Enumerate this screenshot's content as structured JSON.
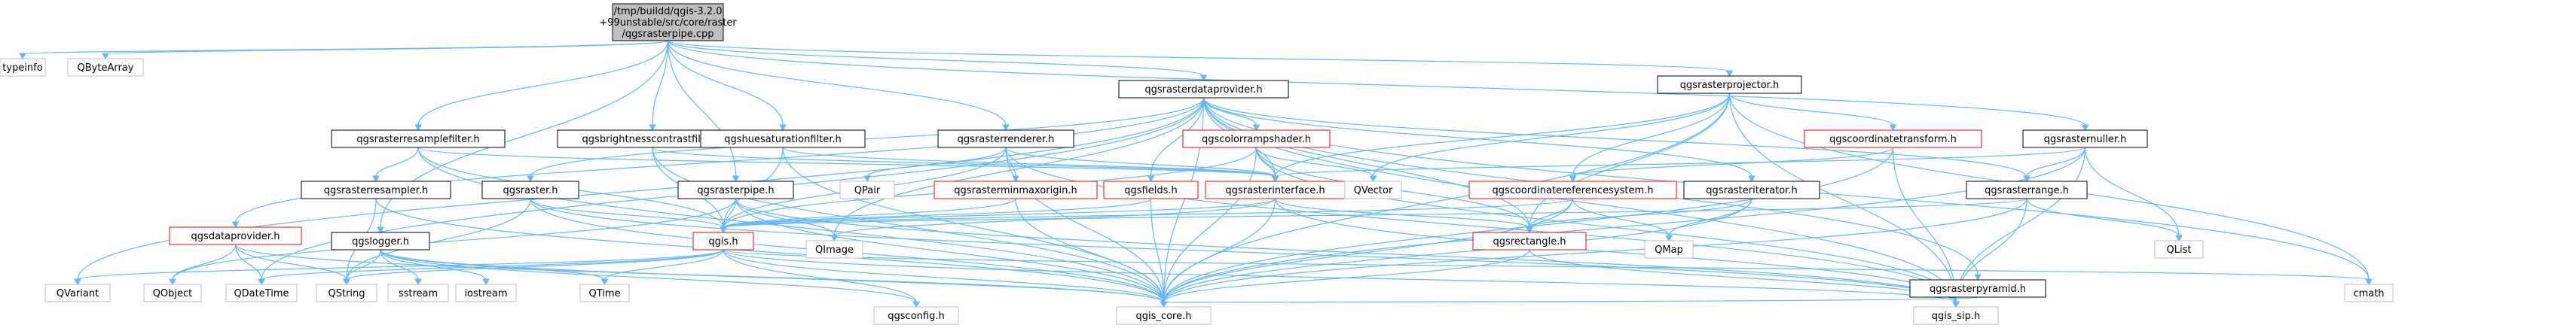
{
  "diagram": {
    "root": "qgsrasterpipe.cpp",
    "nodes": [
      {
        "id": "root",
        "lines": [
          "/tmp/buildd/qgis-3.2.0",
          "+99unstable/src/core/raster",
          "/qgsrasterpipe.cpp"
        ],
        "style": "root"
      },
      {
        "id": "typeinfo",
        "lines": [
          "typeinfo"
        ],
        "style": "external"
      },
      {
        "id": "QByteArray",
        "lines": [
          "QByteArray"
        ],
        "style": "external"
      },
      {
        "id": "qgsrasterdataprovider_h",
        "lines": [
          "qgsrasterdataprovider.h"
        ],
        "style": "local"
      },
      {
        "id": "qgsrasterprojector_h",
        "lines": [
          "qgsrasterprojector.h"
        ],
        "style": "local"
      },
      {
        "id": "qgsrasterresamplefilter_h",
        "lines": [
          "qgsrasterresamplefilter.h"
        ],
        "style": "local"
      },
      {
        "id": "qgsbrightnesscontrastfilter_h",
        "lines": [
          "qgsbrightnesscontrastfilter.h"
        ],
        "style": "local"
      },
      {
        "id": "qgshuesaturationfilter_h",
        "lines": [
          "qgshuesaturationfilter.h"
        ],
        "style": "local"
      },
      {
        "id": "qgsrasterrenderer_h",
        "lines": [
          "qgsrasterrenderer.h"
        ],
        "style": "local"
      },
      {
        "id": "qgscolorrampshader_h",
        "lines": [
          "qgscolorrampshader.h"
        ],
        "style": "truncated"
      },
      {
        "id": "qgscoordinatetransform_h",
        "lines": [
          "qgscoordinatetransform.h"
        ],
        "style": "truncated"
      },
      {
        "id": "qgsrasternuller_h",
        "lines": [
          "qgsrasternuller.h"
        ],
        "style": "local"
      },
      {
        "id": "qgsrasterresampler_h",
        "lines": [
          "qgsrasterresampler.h"
        ],
        "style": "local"
      },
      {
        "id": "qgsraster_h",
        "lines": [
          "qgsraster.h"
        ],
        "style": "local"
      },
      {
        "id": "qgsrasterpipe_h",
        "lines": [
          "qgsrasterpipe.h"
        ],
        "style": "local"
      },
      {
        "id": "QPair",
        "lines": [
          "QPair"
        ],
        "style": "external"
      },
      {
        "id": "qgsrasterminmaxorigin_h",
        "lines": [
          "qgsrasterminmaxorigin.h"
        ],
        "style": "truncated"
      },
      {
        "id": "qgsfields_h",
        "lines": [
          "qgsfields.h"
        ],
        "style": "truncated"
      },
      {
        "id": "qgsrasterinterface_h",
        "lines": [
          "qgsrasterinterface.h"
        ],
        "style": "truncated"
      },
      {
        "id": "QVector",
        "lines": [
          "QVector"
        ],
        "style": "external"
      },
      {
        "id": "qgscoordinatereferencesystem_h",
        "lines": [
          "qgscoordinatereferencesystem.h"
        ],
        "style": "truncated"
      },
      {
        "id": "qgsrasteriterator_h",
        "lines": [
          "qgsrasteriterator.h"
        ],
        "style": "local"
      },
      {
        "id": "qgsrasterrange_h",
        "lines": [
          "qgsrasterrange.h"
        ],
        "style": "local"
      },
      {
        "id": "qgsdataprovider_h",
        "lines": [
          "qgsdataprovider.h"
        ],
        "style": "truncated"
      },
      {
        "id": "qgslogger_h",
        "lines": [
          "qgslogger.h"
        ],
        "style": "local"
      },
      {
        "id": "qgis_h",
        "lines": [
          "qgis.h"
        ],
        "style": "truncated"
      },
      {
        "id": "QImage",
        "lines": [
          "QImage"
        ],
        "style": "external"
      },
      {
        "id": "qgsrectangle_h",
        "lines": [
          "qgsrectangle.h"
        ],
        "style": "truncated"
      },
      {
        "id": "QMap",
        "lines": [
          "QMap"
        ],
        "style": "external"
      },
      {
        "id": "QList",
        "lines": [
          "QList"
        ],
        "style": "external"
      },
      {
        "id": "qgsrasterpyramid_h",
        "lines": [
          "qgsrasterpyramid.h"
        ],
        "style": "local"
      },
      {
        "id": "QVariant",
        "lines": [
          "QVariant"
        ],
        "style": "external"
      },
      {
        "id": "QObject",
        "lines": [
          "QObject"
        ],
        "style": "external"
      },
      {
        "id": "QDateTime",
        "lines": [
          "QDateTime"
        ],
        "style": "external"
      },
      {
        "id": "QString",
        "lines": [
          "QString"
        ],
        "style": "external"
      },
      {
        "id": "sstream",
        "lines": [
          "sstream"
        ],
        "style": "external"
      },
      {
        "id": "iostream",
        "lines": [
          "iostream"
        ],
        "style": "external"
      },
      {
        "id": "QTime",
        "lines": [
          "QTime"
        ],
        "style": "external"
      },
      {
        "id": "qgsconfig_h",
        "lines": [
          "qgsconfig.h"
        ],
        "style": "external"
      },
      {
        "id": "qgis_core_h",
        "lines": [
          "qgis_core.h"
        ],
        "style": "external"
      },
      {
        "id": "qgis_sip_h",
        "lines": [
          "qgis_sip.h"
        ],
        "style": "external"
      },
      {
        "id": "cmath",
        "lines": [
          "cmath"
        ],
        "style": "external"
      }
    ],
    "edges": [
      [
        "root",
        "typeinfo"
      ],
      [
        "root",
        "QByteArray"
      ],
      [
        "root",
        "qgsrasterdataprovider_h"
      ],
      [
        "root",
        "qgsrasterprojector_h"
      ],
      [
        "root",
        "qgsrasterresamplefilter_h"
      ],
      [
        "root",
        "qgsbrightnesscontrastfilter_h"
      ],
      [
        "root",
        "qgshuesaturationfilter_h"
      ],
      [
        "root",
        "qgsrasterrenderer_h"
      ],
      [
        "root",
        "qgsrasternuller_h"
      ],
      [
        "root",
        "qgsrasterpipe_h"
      ],
      [
        "root",
        "qgslogger_h"
      ],
      [
        "qgsrasterdataprovider_h",
        "qgis_core_h"
      ],
      [
        "qgsrasterdataprovider_h",
        "qgis_sip_h"
      ],
      [
        "qgsrasterdataprovider_h",
        "cmath"
      ],
      [
        "qgsrasterdataprovider_h",
        "QDateTime"
      ],
      [
        "qgsrasterdataprovider_h",
        "QVariant"
      ],
      [
        "qgsrasterdataprovider_h",
        "QImage"
      ],
      [
        "qgsrasterdataprovider_h",
        "qgscolorrampshader_h"
      ],
      [
        "qgsrasterdataprovider_h",
        "qgsfields_h"
      ],
      [
        "qgsrasterdataprovider_h",
        "qgsraster_h"
      ],
      [
        "qgsrasterdataprovider_h",
        "qgsdataprovider_h"
      ],
      [
        "qgsrasterdataprovider_h",
        "qgsrasterinterface_h"
      ],
      [
        "qgsrasterdataprovider_h",
        "qgsrasterpyramid_h"
      ],
      [
        "qgsrasterdataprovider_h",
        "qgsrasterrange_h"
      ],
      [
        "qgsrasterdataprovider_h",
        "qgsrectangle_h"
      ],
      [
        "qgsrasterdataprovider_h",
        "qgsrasteriterator_h"
      ],
      [
        "qgsrasterprojector_h",
        "qgis_core_h"
      ],
      [
        "qgsrasterprojector_h",
        "qgis_sip_h"
      ],
      [
        "qgsrasterprojector_h",
        "QVector"
      ],
      [
        "qgsrasterprojector_h",
        "qgsrectangle_h"
      ],
      [
        "qgsrasterprojector_h",
        "qgscoordinatereferencesystem_h"
      ],
      [
        "qgsrasterprojector_h",
        "qgscoordinatetransform_h"
      ],
      [
        "qgsrasterprojector_h",
        "qgsrasterinterface_h"
      ],
      [
        "qgsrasterprojector_h",
        "cmath"
      ],
      [
        "qgsrasterresamplefilter_h",
        "qgis_core_h"
      ],
      [
        "qgsrasterresamplefilter_h",
        "qgsrasterinterface_h"
      ],
      [
        "qgsrasterresamplefilter_h",
        "qgsrasterresampler_h"
      ],
      [
        "qgsrasterresamplefilter_h",
        "qgis_h"
      ],
      [
        "qgsbrightnesscontrastfilter_h",
        "qgis_core_h"
      ],
      [
        "qgsbrightnesscontrastfilter_h",
        "qgis_h"
      ],
      [
        "qgsbrightnesscontrastfilter_h",
        "qgsrasterinterface_h"
      ],
      [
        "qgshuesaturationfilter_h",
        "qgis_core_h"
      ],
      [
        "qgshuesaturationfilter_h",
        "qgis_h"
      ],
      [
        "qgshuesaturationfilter_h",
        "qgsrasterinterface_h"
      ],
      [
        "qgsrasterrenderer_h",
        "qgis_core_h"
      ],
      [
        "qgsrasterrenderer_h",
        "qgis_sip_h"
      ],
      [
        "qgsrasterrenderer_h",
        "QPair"
      ],
      [
        "qgsrasterrenderer_h",
        "qgsrasterinterface_h"
      ],
      [
        "qgsrasterrenderer_h",
        "qgsrasterminmaxorigin_h"
      ],
      [
        "qgsrasterrenderer_h",
        "qgis_h"
      ],
      [
        "qgscolorrampshader_h",
        "qgis_core_h"
      ],
      [
        "qgscolorrampshader_h",
        "qgis_sip_h"
      ],
      [
        "qgscolorrampshader_h",
        "QVector"
      ],
      [
        "qgscolorrampshader_h",
        "qgsrasterinterface_h"
      ],
      [
        "qgscolorrampshader_h",
        "qgsrectangle_h"
      ],
      [
        "qgscolorrampshader_h",
        "qgis_h"
      ],
      [
        "qgscoordinatetransform_h",
        "qgis_core_h"
      ],
      [
        "qgscoordinatetransform_h",
        "qgis_sip_h"
      ],
      [
        "qgscoordinatetransform_h",
        "qgscoordinatereferencesystem_h"
      ],
      [
        "qgsrasternuller_h",
        "qgis_core_h"
      ],
      [
        "qgsrasternuller_h",
        "qgis_sip_h"
      ],
      [
        "qgsrasternuller_h",
        "QList"
      ],
      [
        "qgsrasternuller_h",
        "qgsrasterrange_h"
      ],
      [
        "qgsrasternuller_h",
        "qgsrasterinterface_h"
      ],
      [
        "qgsrasterresampler_h",
        "qgis_core_h"
      ],
      [
        "qgsrasterresampler_h",
        "QString"
      ],
      [
        "qgsraster_h",
        "qgis_core_h"
      ],
      [
        "qgsraster_h",
        "qgis_h"
      ],
      [
        "qgsraster_h",
        "QString"
      ],
      [
        "qgsraster_h",
        "qgis_sip_h"
      ],
      [
        "qgsrasterpipe_h",
        "qgis_core_h"
      ],
      [
        "qgsrasterpipe_h",
        "qgis_sip_h"
      ],
      [
        "qgsrasterpipe_h",
        "QImage"
      ],
      [
        "qgsrasterpipe_h",
        "qgis_h"
      ],
      [
        "qgsrasterpipe_h",
        "QObject"
      ],
      [
        "qgsrasterminmaxorigin_h",
        "qgis_core_h"
      ],
      [
        "qgsrasterminmaxorigin_h",
        "qgis_h"
      ],
      [
        "qgsfields_h",
        "qgis_core_h"
      ],
      [
        "qgsfields_h",
        "qgis_h"
      ],
      [
        "qgsrasterinterface_h",
        "qgis_core_h"
      ],
      [
        "qgsrasterinterface_h",
        "qgis_sip_h"
      ],
      [
        "qgsrasterinterface_h",
        "qgis_h"
      ],
      [
        "qgsrasterinterface_h",
        "QImage"
      ],
      [
        "qgsrasterinterface_h",
        "qgsrectangle_h"
      ],
      [
        "qgscoordinatereferencesystem_h",
        "qgis_core_h"
      ],
      [
        "qgscoordinatereferencesystem_h",
        "qgis_h"
      ],
      [
        "qgscoordinatereferencesystem_h",
        "QMap"
      ],
      [
        "qgscoordinatereferencesystem_h",
        "qgsrectangle_h"
      ],
      [
        "qgsrasteriterator_h",
        "qgis_core_h"
      ],
      [
        "qgsrasteriterator_h",
        "qgsrectangle_h"
      ],
      [
        "qgsrasteriterator_h",
        "QMap"
      ],
      [
        "qgsrasterrange_h",
        "qgis_core_h"
      ],
      [
        "qgsrasterrange_h",
        "qgis_sip_h"
      ],
      [
        "qgsrasterrange_h",
        "QList"
      ],
      [
        "qgsrasterrange_h",
        "qgis_h"
      ],
      [
        "qgsdataprovider_h",
        "qgis_core_h"
      ],
      [
        "qgsdataprovider_h",
        "QDateTime"
      ],
      [
        "qgsdataprovider_h",
        "QObject"
      ],
      [
        "qgsdataprovider_h",
        "QString"
      ],
      [
        "qgslogger_h",
        "qgis_core_h"
      ],
      [
        "qgslogger_h",
        "QString"
      ],
      [
        "qgslogger_h",
        "sstream"
      ],
      [
        "qgslogger_h",
        "iostream"
      ],
      [
        "qgslogger_h",
        "QTime"
      ],
      [
        "qgslogger_h",
        "qgsconfig_h"
      ],
      [
        "qgis_h",
        "QString"
      ],
      [
        "qgis_h",
        "QDateTime"
      ],
      [
        "qgis_h",
        "QVariant"
      ],
      [
        "qgis_h",
        "QTime"
      ],
      [
        "qgis_h",
        "qgis_core_h"
      ],
      [
        "qgis_h",
        "qgis_sip_h"
      ],
      [
        "qgis_h",
        "cmath"
      ],
      [
        "qgis_h",
        "qgsconfig_h"
      ],
      [
        "qgsrectangle_h",
        "qgis_core_h"
      ],
      [
        "qgsrectangle_h",
        "qgis_sip_h"
      ],
      [
        "qgsrasterpyramid_h",
        "qgis_core_h"
      ]
    ]
  },
  "colors": {
    "root_fill": "#bfbfbf",
    "node_fill": "#ffffff",
    "local_border": "#000000",
    "truncated_border": "#ff0000",
    "external_border": "#bfbfbf",
    "edge": "#63b8ff"
  }
}
